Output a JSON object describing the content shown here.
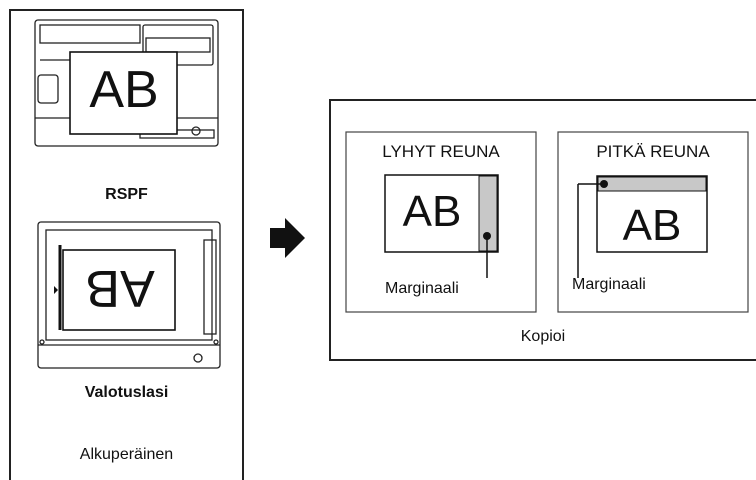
{
  "original": {
    "caption": "Alkuperäinen",
    "rspf_label": "RSPF",
    "glass_label": "Valotuslasi",
    "rspf_doc_text": "AB",
    "glass_doc_text": "AB"
  },
  "arrow_icon": "right-arrow-icon",
  "copy": {
    "caption": "Kopioi",
    "short_edge": {
      "title": "LYHYT REUNA",
      "doc_text": "AB",
      "margin_label": "Marginaali"
    },
    "long_edge": {
      "title": "PITKÄ REUNA",
      "doc_text": "AB",
      "margin_label": "Marginaali"
    }
  },
  "colors": {
    "line": "#222222",
    "margin_fill": "#c8c8c8",
    "background": "#ffffff"
  }
}
